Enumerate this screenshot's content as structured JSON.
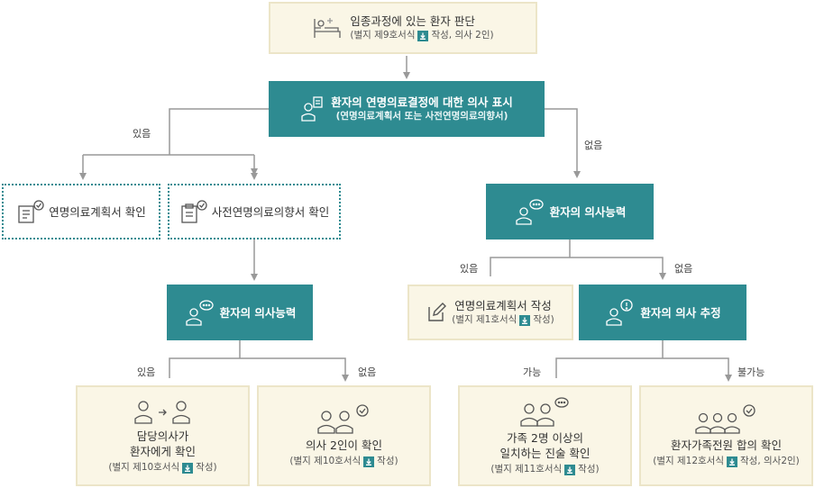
{
  "top": {
    "title": "임종과정에 있는 환자 판단",
    "sub_pre": "(별지 제9호서식",
    "sub_post": "작성, 의사 2인)"
  },
  "decision": {
    "title": "환자의 연명의료결정에 대한 의사 표시",
    "sub": "(연명의료계획서 또는 사전연명의료의향서)"
  },
  "labels": {
    "yes_top": "있음",
    "no_top": "없음",
    "yes_cap": "있음",
    "no_cap": "없음",
    "yes_cap2": "있음",
    "no_cap2": "없음",
    "possible": "가능",
    "impossible": "불가능"
  },
  "plan_confirm": "연명의료계획서 확인",
  "advance_confirm": "사전연명의료의향서 확인",
  "capacity_left": "환자의 의사능력",
  "capacity_right": "환자의 의사능력",
  "plan_write": {
    "title": "연명의료계획서 작성",
    "sub_pre": "(별지 제1호서식",
    "sub_post": "작성)"
  },
  "presume": "환자의 의사 추정",
  "doctor_confirm": {
    "line1": "담당의사가",
    "line2": "환자에게 확인",
    "sub_pre": "(별지 제10호서식",
    "sub_post": "작성)"
  },
  "two_doctors": {
    "title": "의사 2인이 확인",
    "sub_pre": "(별지 제10호서식",
    "sub_post": "작성)"
  },
  "family_two": {
    "line1": "가족 2명 이상의",
    "line2": "일치하는 진술 확인",
    "sub_pre": "(별지 제11호서식",
    "sub_post": "작성)"
  },
  "family_all": {
    "title": "환자가족전원 합의 확인",
    "sub_pre": "(별지 제12호서식",
    "sub_post": "작성, 의사2인)"
  },
  "colors": {
    "teal": "#2e8b91",
    "cream": "#faf6e6",
    "line": "#999999"
  },
  "icons": [
    "bed-icon",
    "doctor-document-icon",
    "document-check-icon",
    "clipboard-check-icon",
    "person-speech-icon",
    "pen-document-icon",
    "person-exclamation-icon",
    "doctor-to-patient-icon",
    "two-doctors-check-icon",
    "family-speech-icon",
    "family-check-icon",
    "download-icon"
  ]
}
